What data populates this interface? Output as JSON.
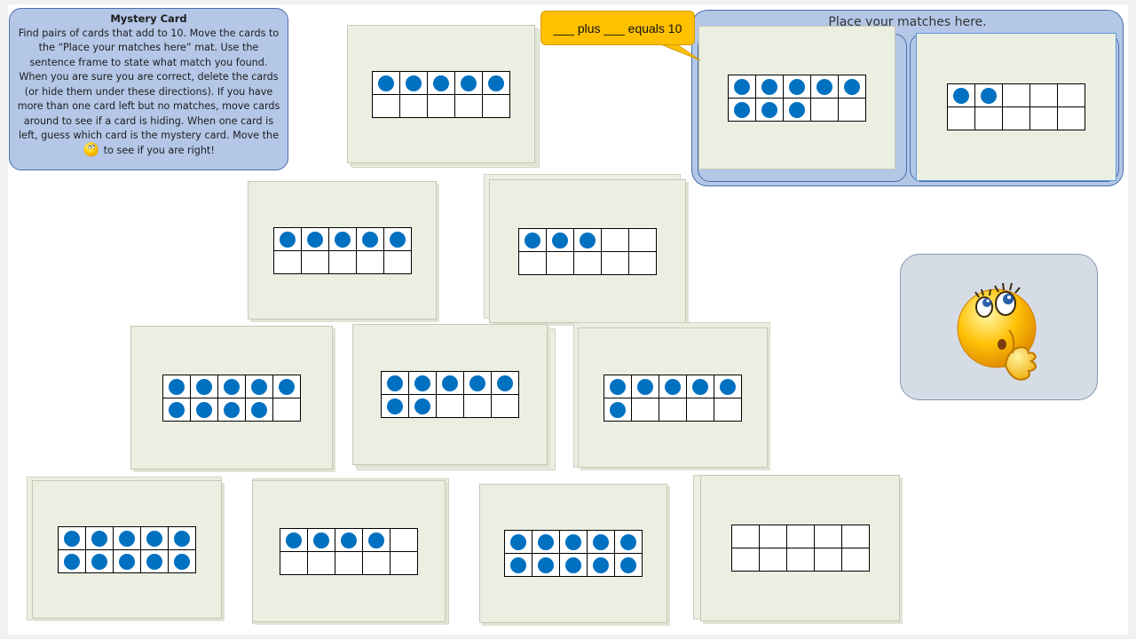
{
  "directions": {
    "title": "Mystery Card",
    "text_before_icon": "Find pairs of cards that add to 10. Move the cards to the “Place your matches here” mat. Use the sentence frame to state what match you found. When you are sure you are correct, delete the cards (or hide them under these directions). If you have more than one card left but no matches, move cards around to see if a card is hiding. When one card is left, guess which card is the mystery card. Move the",
    "text_after_icon": "to see if you are right!"
  },
  "callout": {
    "text": "___ plus ___ equals 10"
  },
  "mat": {
    "title": "Place your matches here."
  },
  "colors": {
    "dot": "#0070c0",
    "card": "#ebefe1",
    "mat": "#b4c7e7",
    "callout": "#ffc000",
    "mystery_box": "#d6dce5"
  },
  "icons": {
    "inline": "thinking-emoji-icon",
    "mystery": "thinking-emoji-icon"
  },
  "cards": [
    {
      "id": "mat-card-left",
      "dots": 8
    },
    {
      "id": "mat-card-right",
      "dots": 2
    },
    {
      "id": "card-a",
      "dots": 5
    },
    {
      "id": "card-b",
      "dots": 5
    },
    {
      "id": "card-c",
      "dots": 3
    },
    {
      "id": "card-d",
      "dots": 9
    },
    {
      "id": "card-e",
      "dots": 7
    },
    {
      "id": "card-f",
      "dots": 6
    },
    {
      "id": "card-g",
      "dots": 10
    },
    {
      "id": "card-h",
      "dots": 4
    },
    {
      "id": "card-i",
      "dots": 10
    },
    {
      "id": "card-j",
      "dots": 0
    }
  ]
}
